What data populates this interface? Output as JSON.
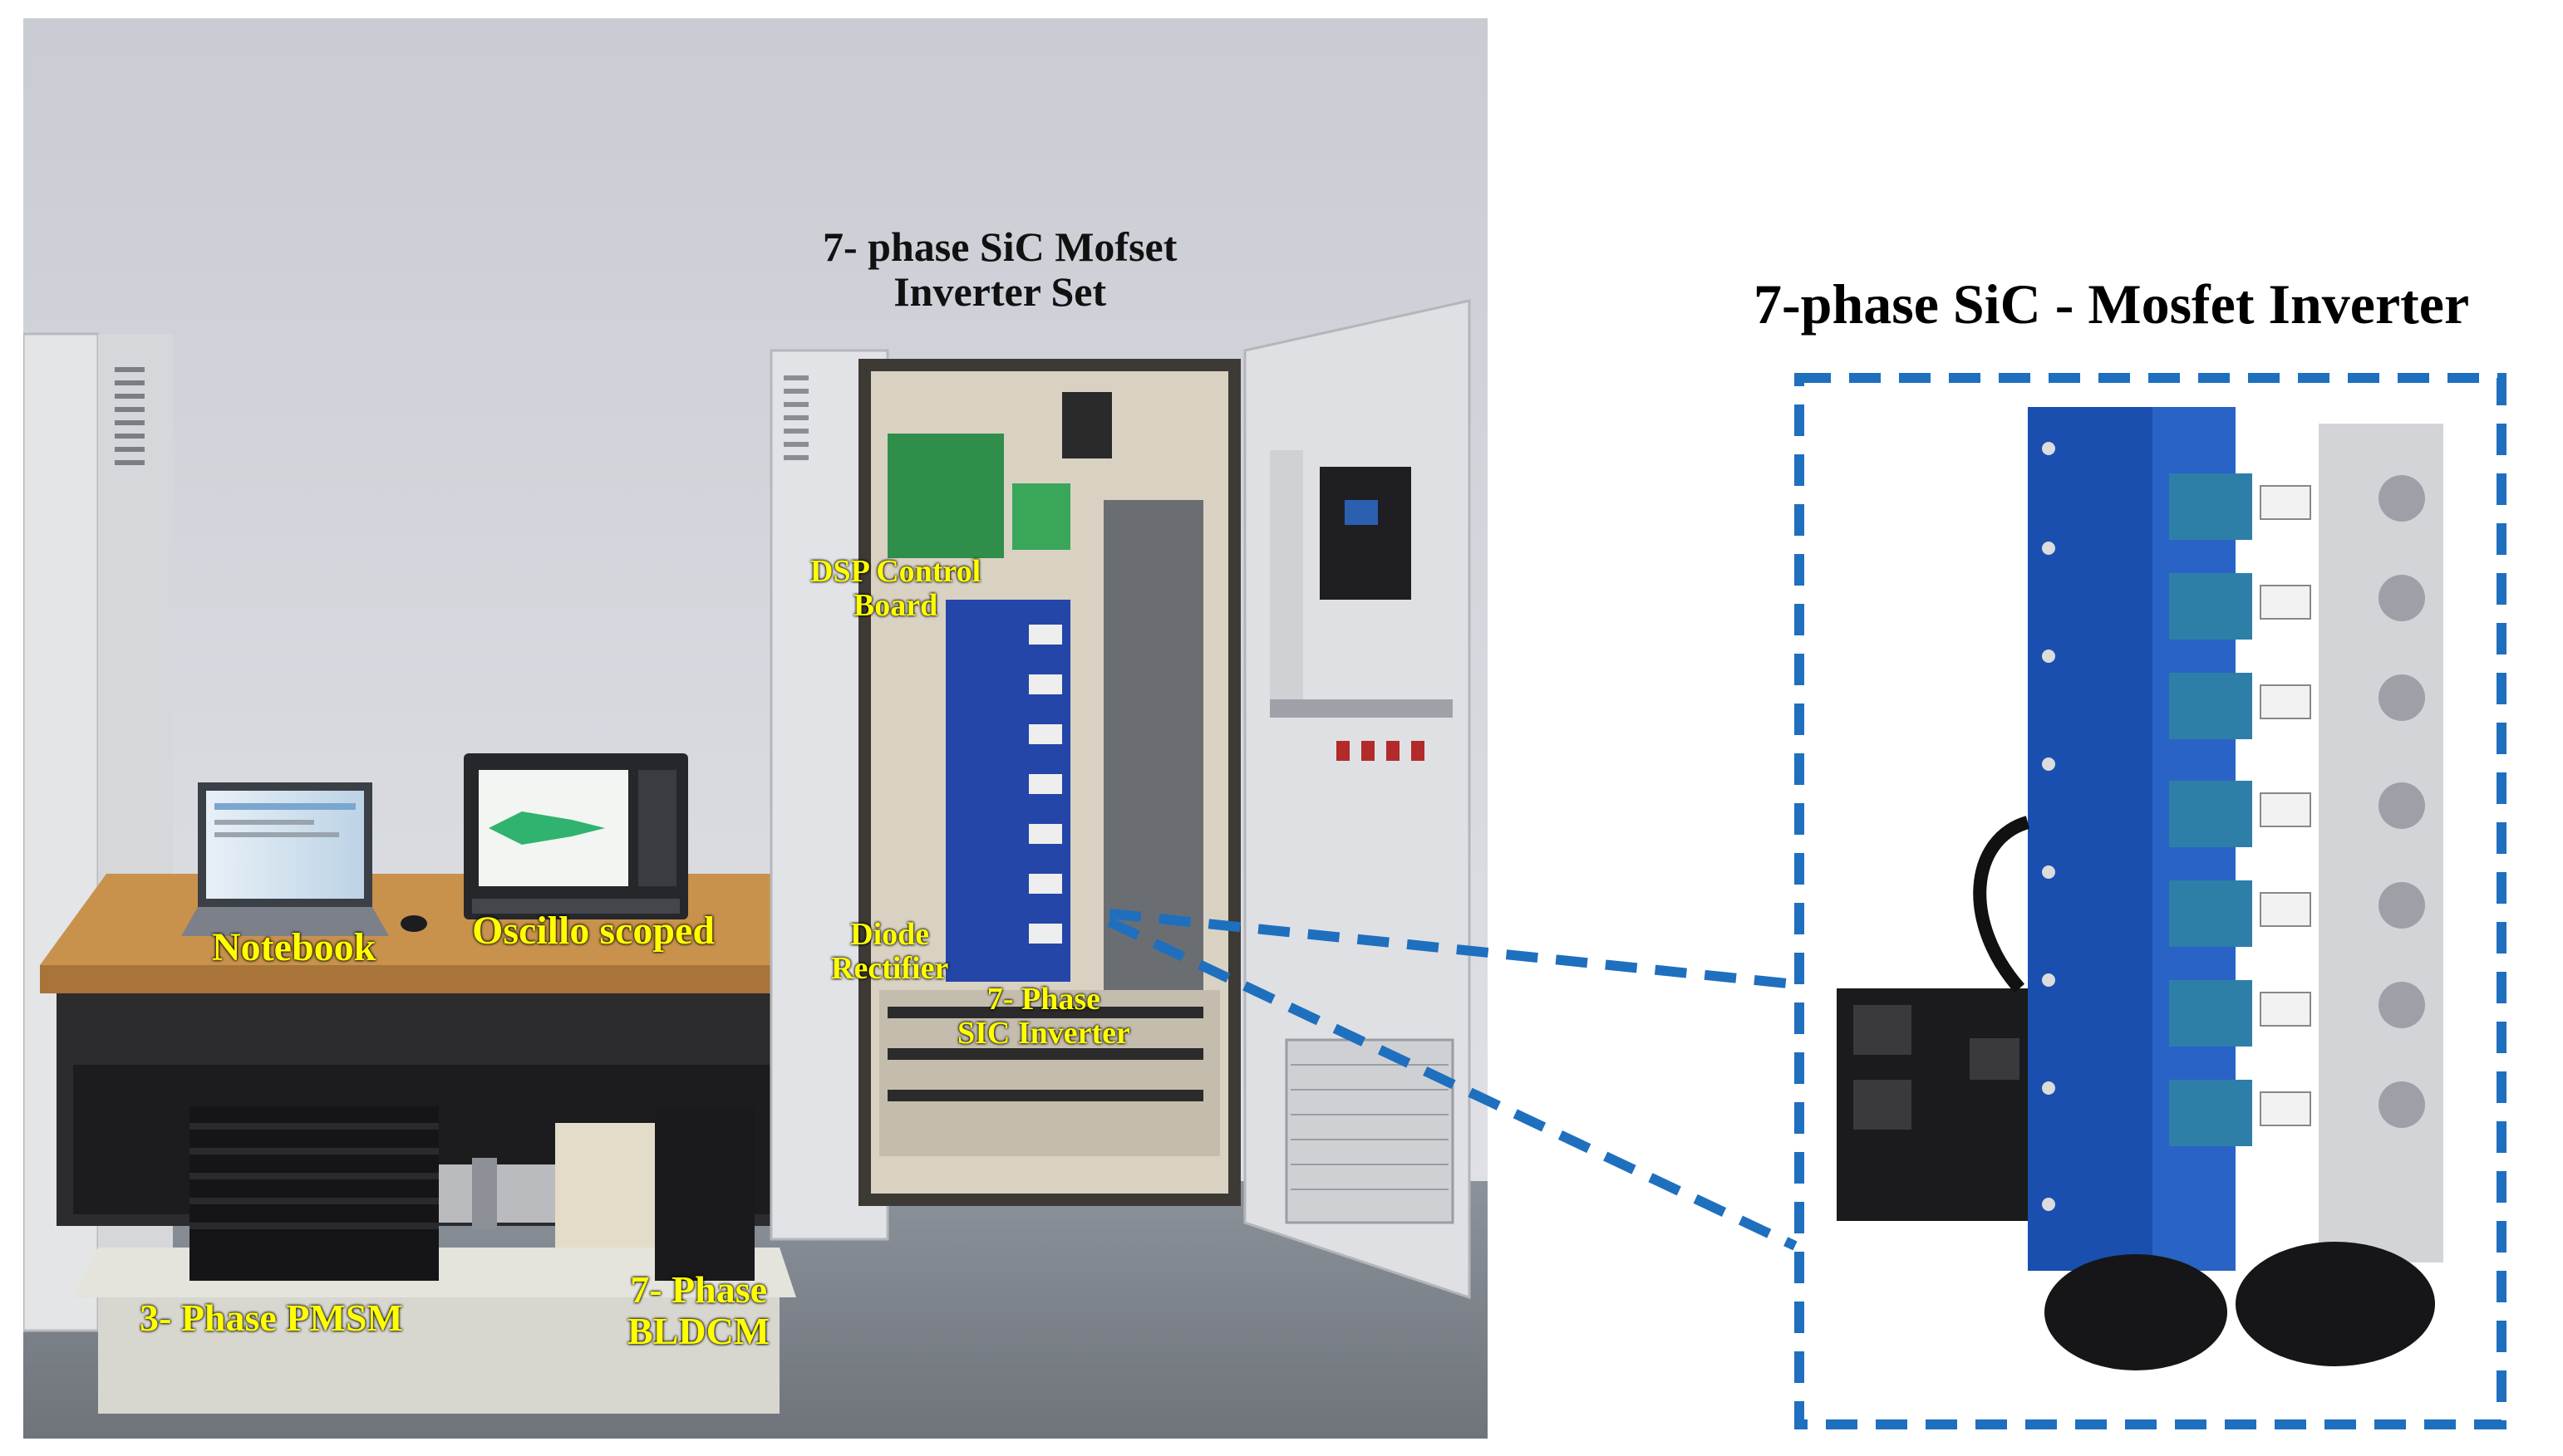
{
  "photo_labels": {
    "cabinet_title_line1": "7- phase SiC Mofset",
    "cabinet_title_line2": "Inverter Set",
    "dsp_line1": "DSP Control",
    "dsp_line2": "Board",
    "notebook": "Notebook",
    "oscilloscope": "Oscillo scoped",
    "diode_line1": "Diode",
    "diode_line2": "Rectifier",
    "sic_line1": "7- Phase",
    "sic_line2": "SIC Inverter",
    "pmsm": "3-  Phase PMSM",
    "bldcm_line1": "7- Phase",
    "bldcm_line2": "BLDCM"
  },
  "inset": {
    "title": "7-phase SiC - Mosfet Inverter"
  },
  "colors": {
    "label_yellow": "#ffff00",
    "callout_blue": "#1f6fbf",
    "inverter_blue": "#1a4fb0"
  }
}
